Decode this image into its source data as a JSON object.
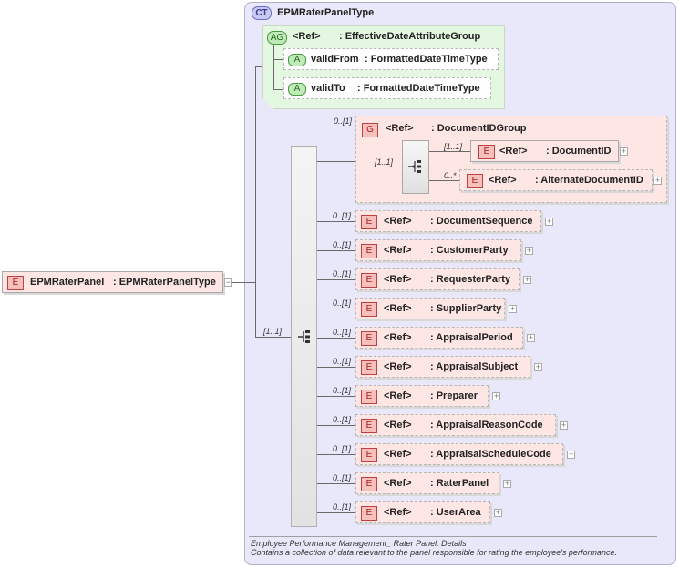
{
  "root_element": {
    "badge": "E",
    "label": "EPMRaterPanel",
    "type": ": EPMRaterPanelType"
  },
  "complex_type": {
    "badge": "CT",
    "name": "EPMRaterPanelType"
  },
  "attribute_group": {
    "badge": "AG",
    "ref": "<Ref>",
    "name": ": EffectiveDateAttributeGroup"
  },
  "attributes": [
    {
      "badge": "A",
      "name": "validFrom",
      "type": ": FormattedDateTimeType"
    },
    {
      "badge": "A",
      "name": "validTo",
      "type": ": FormattedDateTimeType"
    }
  ],
  "sequence_multiplicity": "[1..1]",
  "group": {
    "badge": "G",
    "ref": "<Ref>",
    "name": ": DocumentIDGroup",
    "multiplicity": "0..[1]",
    "choice_multiplicity": "[1..1]",
    "children": [
      {
        "badge": "E",
        "ref": "<Ref>",
        "name": ": DocumentID",
        "multiplicity": "[1..1]"
      },
      {
        "badge": "E",
        "ref": "<Ref>",
        "name": ": AlternateDocumentID",
        "multiplicity": "0..*"
      }
    ]
  },
  "elements": [
    {
      "badge": "E",
      "ref": "<Ref>",
      "name": ": DocumentSequence",
      "multiplicity": "0..[1]"
    },
    {
      "badge": "E",
      "ref": "<Ref>",
      "name": ": CustomerParty",
      "multiplicity": "0..[1]"
    },
    {
      "badge": "E",
      "ref": "<Ref>",
      "name": ": RequesterParty",
      "multiplicity": "0..[1]"
    },
    {
      "badge": "E",
      "ref": "<Ref>",
      "name": ": SupplierParty",
      "multiplicity": "0..[1]"
    },
    {
      "badge": "E",
      "ref": "<Ref>",
      "name": ": AppraisalPeriod",
      "multiplicity": "0..[1]"
    },
    {
      "badge": "E",
      "ref": "<Ref>",
      "name": ": AppraisalSubject",
      "multiplicity": "0..[1]"
    },
    {
      "badge": "E",
      "ref": "<Ref>",
      "name": ": Preparer",
      "multiplicity": "0..[1]"
    },
    {
      "badge": "E",
      "ref": "<Ref>",
      "name": ": AppraisalReasonCode",
      "multiplicity": "0..[1]"
    },
    {
      "badge": "E",
      "ref": "<Ref>",
      "name": ": AppraisalScheduleCode",
      "multiplicity": "0..[1]"
    },
    {
      "badge": "E",
      "ref": "<Ref>",
      "name": ": RaterPanel",
      "multiplicity": "0..[1]"
    },
    {
      "badge": "E",
      "ref": "<Ref>",
      "name": ": UserArea",
      "multiplicity": "0..[1]"
    }
  ],
  "documentation": {
    "line1": "Employee Performance Management_ Rater Panel. Details",
    "line2": "Contains a collection of data relevant to the panel responsible for rating the employee's performance."
  }
}
